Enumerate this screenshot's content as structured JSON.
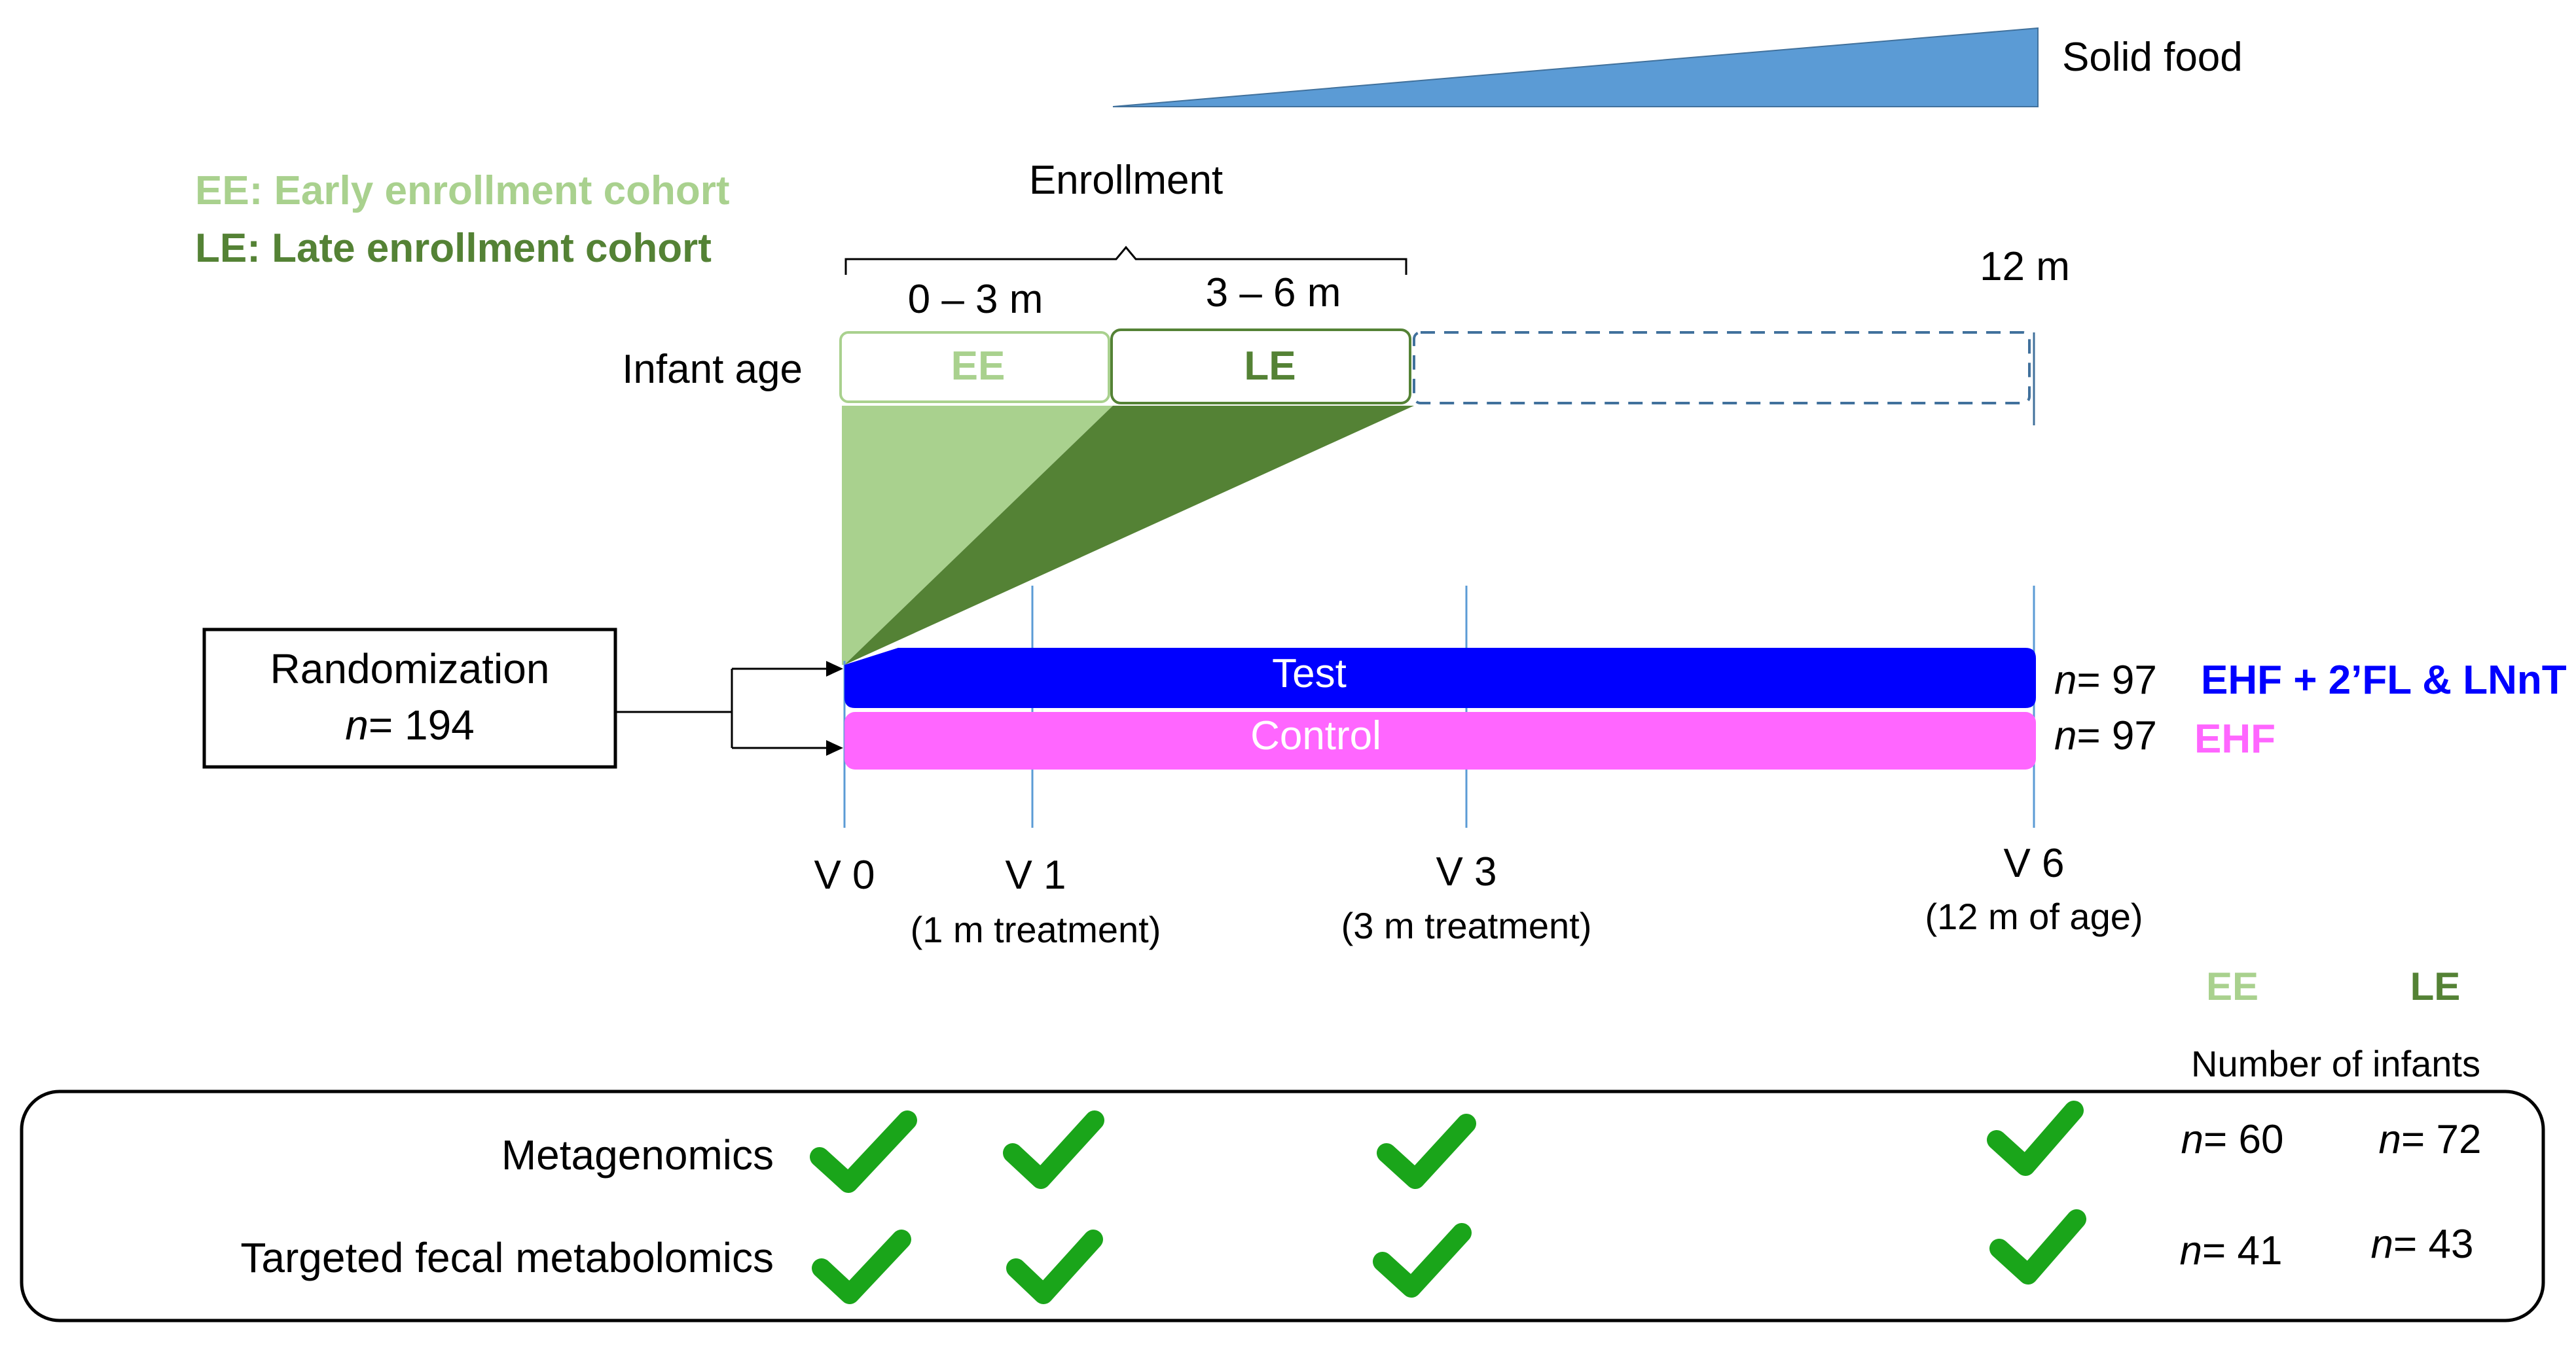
{
  "legend": {
    "ee": "EE: Early enrollment cohort",
    "le": "LE: Late enrollment cohort"
  },
  "solid_food": "Solid food",
  "enrollment": {
    "title": "Enrollment",
    "range_early": "0 – 3 m",
    "range_late": "3 – 6 m",
    "end_age": "12 m"
  },
  "infant_age": {
    "label": "Infant age",
    "ee_box": "EE",
    "le_box": "LE"
  },
  "randomization": {
    "title": "Randomization",
    "n_prefix": "n",
    "n_value": "= 194"
  },
  "groups": {
    "test": {
      "label": "Test",
      "n_prefix": "n",
      "n_value": "= 97",
      "formula": "EHF + 2’FL & LNnT"
    },
    "control": {
      "label": "Control",
      "n_prefix": "n",
      "n_value": "= 97",
      "formula": "EHF"
    }
  },
  "visits": [
    {
      "label": "V 0",
      "note": ""
    },
    {
      "label": "V 1",
      "note": "(1 m treatment)"
    },
    {
      "label": "V 3",
      "note": "(3 m treatment)"
    },
    {
      "label": "V 6",
      "note": "(12 m of age)"
    }
  ],
  "samples": {
    "col_ee": "EE",
    "col_le": "LE",
    "header": "Number of infants",
    "rows": [
      {
        "label": "Metagenomics",
        "n_prefix": "n",
        "ee_n": "= 60",
        "le_n": "= 72"
      },
      {
        "label": "Targeted fecal metabolomics",
        "n_prefix": "n",
        "ee_n": "= 41",
        "le_n": "= 43"
      }
    ]
  },
  "colors": {
    "ee_light_green": "#a9d18e",
    "le_dark_green": "#548235",
    "test_blue": "#0000ff",
    "control_pink": "#ff66ff",
    "solid_food_blue": "#5b9bd5",
    "check_green": "#1aa51a",
    "dashed_box": "#41719c"
  }
}
